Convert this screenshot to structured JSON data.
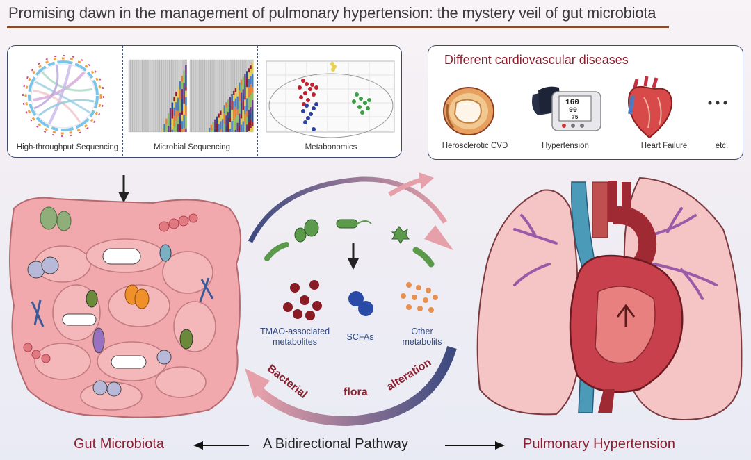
{
  "title": "Promising dawn in the management of pulmonary hypertension: the mystery veil of gut microbiota",
  "left_panel": {
    "captions": [
      "High-throughput Sequencing",
      "Microbial Sequencing",
      "Metabonomics"
    ]
  },
  "right_panel": {
    "title": "Different cardiovascular diseases",
    "captions": [
      "Herosclerotic CVD",
      "Hypertension",
      "Heart Failure",
      "etc."
    ],
    "monitor_readings": [
      "160",
      "90",
      "75"
    ]
  },
  "center": {
    "metabolites": [
      "TMAO-associated\nmetabolites",
      "SCFAs",
      "Other\nmetabolits"
    ],
    "arc_words": [
      "Bacterial",
      "flora",
      "alteration"
    ]
  },
  "bottom": {
    "left_label": "Gut Microbiota",
    "middle_label": "A Bidirectional Pathway",
    "right_label": "Pulmonary Hypertension"
  },
  "colors": {
    "accent_red": "#8a2030",
    "pathway_blue": "#3c4a80",
    "organ_pink": "#f2b3b6",
    "title_rule": "#8a4a2e"
  }
}
